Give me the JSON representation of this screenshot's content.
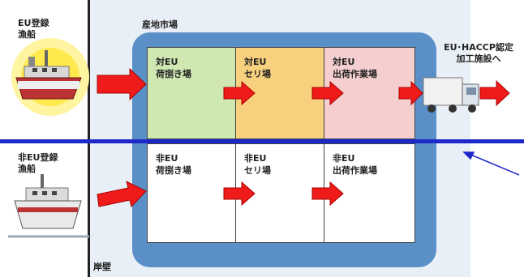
{
  "labels": {
    "market": "産地市場",
    "wall": "岸壁",
    "eu_vessel": [
      "EU登録",
      "漁船"
    ],
    "non_eu_vessel": [
      "非EU登録",
      "漁船"
    ],
    "destination": [
      "EU･HACCP認定",
      "加工施設へ"
    ]
  },
  "eu_row": [
    {
      "lines": [
        "対EU",
        "荷捌き場"
      ],
      "color": "#cfe8b2"
    },
    {
      "lines": [
        "対EU",
        "セリ場"
      ],
      "color": "#f8d17e"
    },
    {
      "lines": [
        "対EU",
        "出荷作業場"
      ],
      "color": "#f5cfcf"
    }
  ],
  "non_eu_row": [
    {
      "lines": [
        "非EU",
        "荷捌き場"
      ],
      "color": "#ffffff"
    },
    {
      "lines": [
        "非EU",
        "セリ場"
      ],
      "color": "#ffffff"
    },
    {
      "lines": [
        "非EU",
        "出荷作業場"
      ],
      "color": "#ffffff"
    }
  ],
  "colors": {
    "divider": "#1d28c9",
    "frame": "#5b8fc8",
    "arrow": "#ef1b1b",
    "pointer": "#1d28c9"
  }
}
